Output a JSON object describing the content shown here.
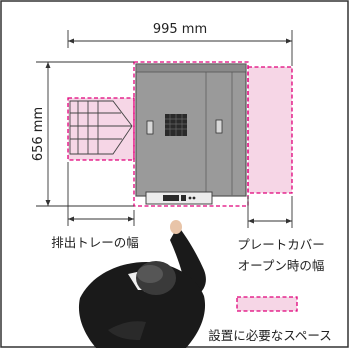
{
  "labels": {
    "width_dimension": "995 mm",
    "depth_dimension": "656 mm",
    "output_tray_width": "排出トレーの幅",
    "plate_cover_line1": "プレートカバー",
    "plate_cover_line2": "オープン時の幅",
    "legend_text": "設置に必要なスペース"
  },
  "colors": {
    "frame_border": "#333333",
    "required_space_outline": "#e0007a",
    "required_space_fill": "#f6d6e6",
    "printer_body": "#9a9a9a",
    "printer_edge": "#555555",
    "dimension_line": "#333333",
    "person_suit": "#1a1a1a",
    "person_skin": "#e8c4a8"
  },
  "icons": {
    "person": "operator-top-view",
    "control_panel": "printer-control-panel",
    "vent": "vent-grille"
  }
}
